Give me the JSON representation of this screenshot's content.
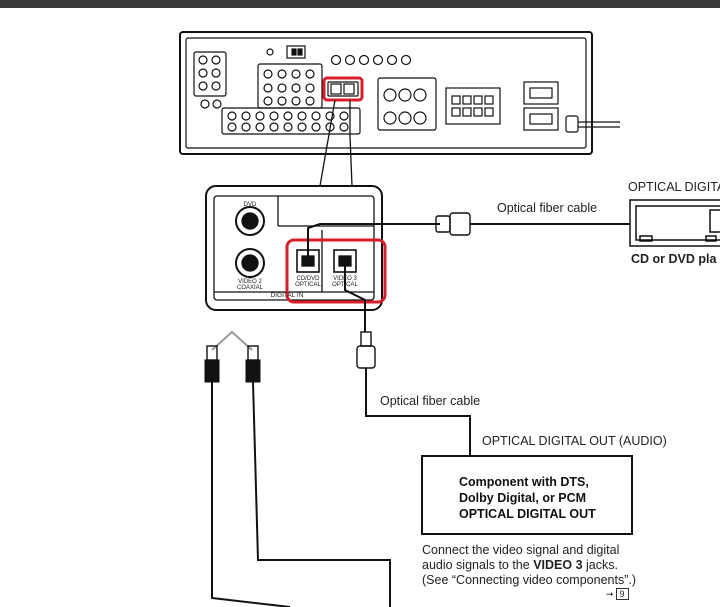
{
  "labels": {
    "optical_cable_top": "Optical fiber cable",
    "optical_digital_top": "OPTICAL DIGITA",
    "cd_dvd_player": "CD or DVD pla",
    "optical_cable_bottom": "Optical fiber cable",
    "optical_digital_out": "OPTICAL DIGITAL OUT (AUDIO)"
  },
  "component_box": {
    "line1": "Component with DTS,",
    "line2": "Dolby Digital, or PCM",
    "line3": "OPTICAL DIGITAL OUT"
  },
  "note": {
    "line1": "Connect the video signal and digital",
    "line2_pre": "audio signals to the ",
    "line2_bold": "VIDEO 3",
    "line2_post": " jacks.",
    "line3": "(See “Connecting video components”.)"
  },
  "page_ref": {
    "arrow": "➞",
    "page": "9"
  },
  "jack_labels": {
    "dvd": "DVD",
    "video2_coaxial_a": "VIDEO 2",
    "video2_coaxial_b": "COAXIAL",
    "cddvd_optical_a": "CD/DVD",
    "cddvd_optical_b": "OPTICAL",
    "video3_optical_a": "VIDEO 3",
    "video3_optical_b": "OPTICAL",
    "digital_in": "DIGITAL IN"
  },
  "colors": {
    "highlight": "#d81e2a",
    "line": "#111111"
  }
}
